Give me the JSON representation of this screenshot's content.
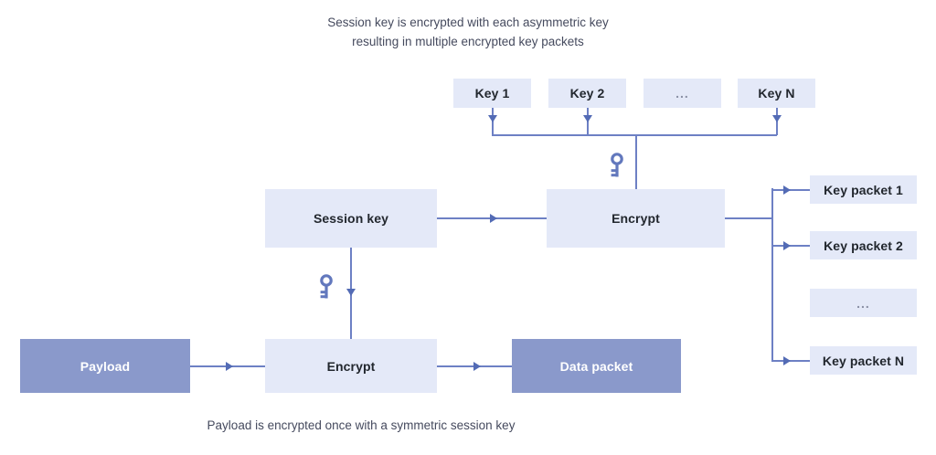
{
  "diagram": {
    "title_top": "Session key is encrypted with each asymmetric key",
    "title_top_line2": "resulting in multiple encrypted key packets",
    "caption_bottom": "Payload is encrypted once with a symmetric session key",
    "colors": {
      "box_light": "#e4e9f8",
      "box_solid": "#8a99cb",
      "connector": "#6d80c4",
      "arrowhead": "#536bb5",
      "text_dark": "#22272e",
      "text_caption": "#454a5e",
      "key_icon": "#6278bd"
    },
    "asymmetric_keys": [
      {
        "label": "Key 1"
      },
      {
        "label": "Key 2"
      },
      {
        "label": "..."
      },
      {
        "label": "Key N"
      }
    ],
    "nodes": {
      "session_key": "Session key",
      "encrypt_upper": "Encrypt",
      "payload": "Payload",
      "encrypt_lower": "Encrypt",
      "data_packet": "Data packet"
    },
    "key_packets": [
      {
        "label": "Key packet 1"
      },
      {
        "label": "Key packet 2"
      },
      {
        "label": "..."
      },
      {
        "label": "Key packet N"
      }
    ],
    "icons": {
      "key_upper": "key-icon",
      "key_lower": "key-icon"
    }
  }
}
